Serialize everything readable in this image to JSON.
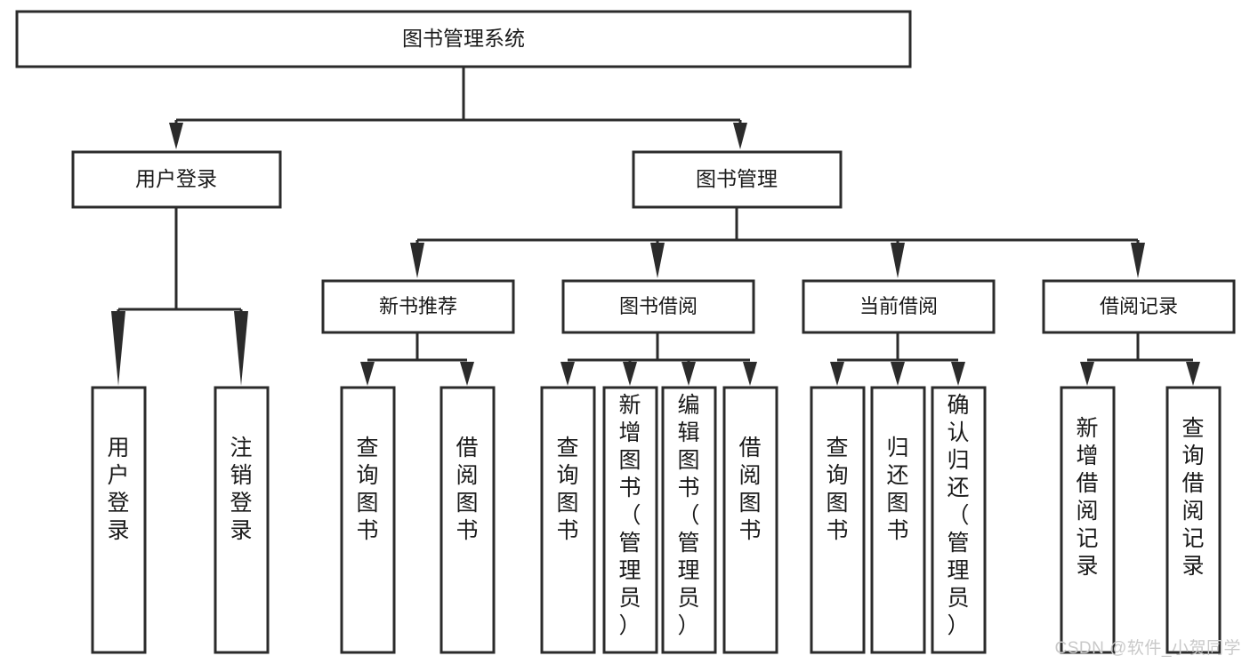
{
  "diagram": {
    "title": "图书管理系统",
    "type": "tree-hierarchy",
    "root": {
      "id": "root",
      "label": "图书管理系统",
      "orientation": "horizontal"
    },
    "level2": [
      {
        "id": "user-login",
        "label": "用户登录",
        "orientation": "horizontal"
      },
      {
        "id": "book-manage",
        "label": "图书管理",
        "orientation": "horizontal"
      }
    ],
    "level3": [
      {
        "id": "new-book-recommend",
        "label": "新书推荐",
        "orientation": "horizontal",
        "parent": "book-manage"
      },
      {
        "id": "book-borrow",
        "label": "图书借阅",
        "orientation": "horizontal",
        "parent": "book-manage"
      },
      {
        "id": "current-borrow",
        "label": "当前借阅",
        "orientation": "horizontal",
        "parent": "book-manage"
      },
      {
        "id": "borrow-record",
        "label": "借阅记录",
        "orientation": "horizontal",
        "parent": "book-manage"
      }
    ],
    "leaves": [
      {
        "id": "leaf-user-login",
        "label": "用户登录",
        "orientation": "vertical",
        "parent": "user-login"
      },
      {
        "id": "leaf-logout-login",
        "label": "注销登录",
        "orientation": "vertical",
        "parent": "user-login"
      },
      {
        "id": "leaf-query-book-1",
        "label": "查询图书",
        "orientation": "vertical",
        "parent": "new-book-recommend"
      },
      {
        "id": "leaf-borrow-book-1",
        "label": "借阅图书",
        "orientation": "vertical",
        "parent": "new-book-recommend"
      },
      {
        "id": "leaf-query-book-2",
        "label": "查询图书",
        "orientation": "vertical",
        "parent": "book-borrow"
      },
      {
        "id": "leaf-add-book",
        "label": "新增图书（管理员）",
        "orientation": "vertical",
        "parent": "book-borrow"
      },
      {
        "id": "leaf-edit-book",
        "label": "编辑图书（管理员）",
        "orientation": "vertical",
        "parent": "book-borrow"
      },
      {
        "id": "leaf-borrow-book-2",
        "label": "借阅图书",
        "orientation": "vertical",
        "parent": "book-borrow"
      },
      {
        "id": "leaf-query-book-3",
        "label": "查询图书",
        "orientation": "vertical",
        "parent": "current-borrow"
      },
      {
        "id": "leaf-return-book",
        "label": "归还图书",
        "orientation": "vertical",
        "parent": "current-borrow"
      },
      {
        "id": "leaf-confirm-return",
        "label": "确认归还（管理员）",
        "orientation": "vertical",
        "parent": "current-borrow"
      },
      {
        "id": "leaf-add-record",
        "label": "新增借阅记录",
        "orientation": "vertical",
        "parent": "borrow-record"
      },
      {
        "id": "leaf-query-record",
        "label": "查询借阅记录",
        "orientation": "vertical",
        "parent": "borrow-record"
      }
    ]
  },
  "watermark": {
    "text": "CSDN @软件_小贺同学"
  },
  "colors": {
    "stroke": "#2b2b2b",
    "fill": "#ffffff",
    "text": "#1a1a1a",
    "watermark": "#c9c9c9"
  }
}
